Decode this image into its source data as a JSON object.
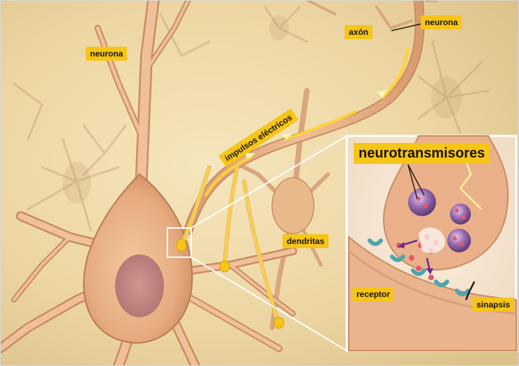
{
  "labels": {
    "neurona_left": "neurona",
    "neurona_top": "neurona",
    "axon": "axón",
    "impulsos": "impulsos eléctricos",
    "neurotransmisores": "neurotransmisores",
    "dendritas": "dendritas",
    "receptor": "receptor",
    "sinapsis": "sinapsis"
  },
  "colors": {
    "label_bg": "#f5c518",
    "background": "#eed9a8",
    "neuron_body": "#e8b98a",
    "neuron_outline": "#c98c62",
    "impulse": "#ffd23a",
    "vesicle": "#8b5a9e",
    "receptor": "#4ea6ad",
    "inset_border": "#ffffff"
  }
}
